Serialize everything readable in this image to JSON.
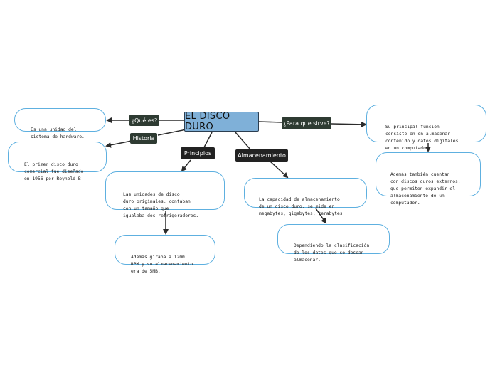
{
  "central": {
    "title": "EL DISCO DURO"
  },
  "labels": {
    "que_es": "¿Qué es?",
    "historia": "Historia",
    "principios": "Principios",
    "almacenamiento": "Almacenamiento",
    "para_que_sirve": "¿Para que sirve?"
  },
  "bubbles": {
    "definicion": "Es una unidad del\nsistema de hardware.",
    "historia": "El primer disco duro\ncomercial fue diseñado\nen 1956 por Reynold B.",
    "principios": "Las unidades de disco\nduro originales, contaban\ncon un tamaño que\nigualaba dos refrigeradores.",
    "principios_detalle": "Además giraba a 1200\nRPM y su almacenamiento\nera de 5MB.",
    "almacenamiento": "La capacidad de almacenamiento\nde un disco duro, se mide en\nmegabytes, gigabytes, terabytes.",
    "almacenamiento_detalle": "Dependiendo la clasificación\nde los datos que se desean\nalmacenar.",
    "funcion": "Su principal función\nconsiste en en almacenar\ncontenido y datos digitales\nen un computador.",
    "funcion_detalle": "Además también cuentan\ncon discos duros externos,\nque permiten expandir el\nalmacenamiento de un\ncomputador."
  },
  "colors": {
    "central_fill": "#7fb0d8",
    "bubble_border": "#5eb0e0",
    "label_green": "#2e3b32",
    "label_black": "#222222",
    "connector": "#2b2b2b"
  }
}
